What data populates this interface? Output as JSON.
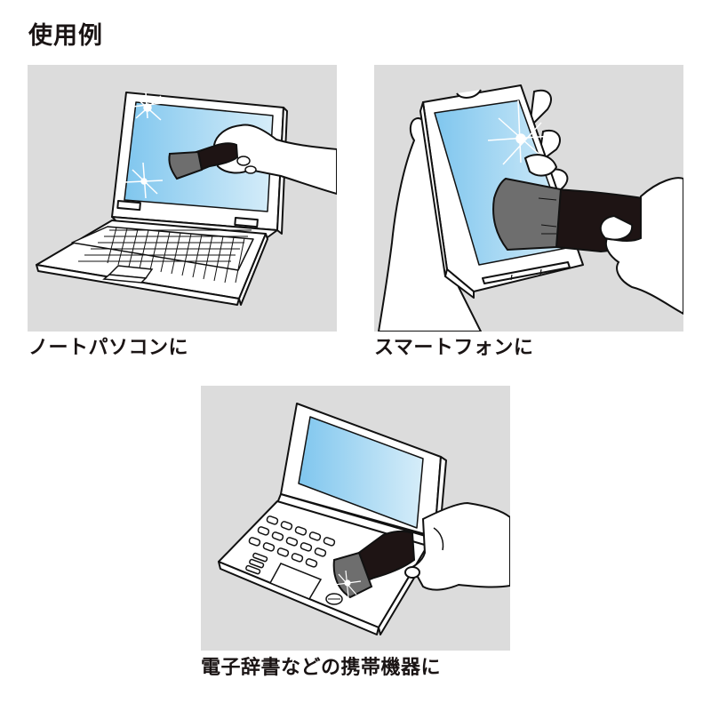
{
  "page": {
    "title": "使用例"
  },
  "colors": {
    "panel_background": "#dcdcdc",
    "screen_blue_dark": "#7fc6ee",
    "screen_blue_light": "#d3ebf8",
    "brush_handle": "#1e1414",
    "brush_bristles": "#6e6e6e",
    "outline": "#111111",
    "text": "#1a1414"
  },
  "examples": [
    {
      "id": "laptop",
      "caption": "ノートパソコンに",
      "illustration": "hand-cleaning-laptop-screen-with-brush"
    },
    {
      "id": "smartphone",
      "caption": "スマートフォンに",
      "illustration": "hands-cleaning-smartphone-screen-with-brush"
    },
    {
      "id": "electronic-dictionary",
      "caption": "電子辞書などの携帯機器に",
      "illustration": "hand-cleaning-electronic-dictionary-keyboard-with-brush"
    }
  ]
}
